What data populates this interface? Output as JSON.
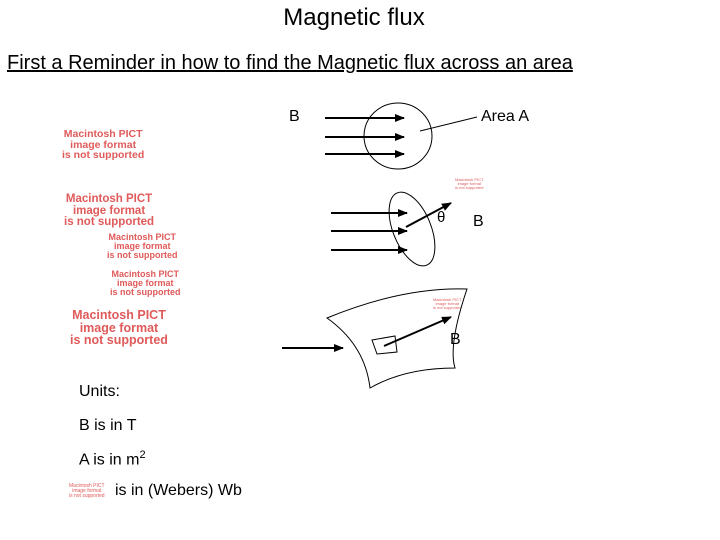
{
  "title": "Magnetic flux",
  "subtitle": "First a Reminder in how to find the Magnetic flux across an area",
  "pict_placeholder": {
    "line1": "Macintosh PICT",
    "line2": "image format",
    "line3": "is not supported"
  },
  "diagram": {
    "label_b_top": "B",
    "label_area": "Area A",
    "label_theta": "θ",
    "label_b_mid": "B",
    "label_b_bottom": "B"
  },
  "units": {
    "heading": "Units:",
    "b_unit": "B is in T",
    "a_unit_prefix": "A is in m",
    "a_unit_exponent": "2",
    "flux_unit": "is in (Webers) Wb"
  },
  "colors": {
    "placeholder_text": "#e05a5a",
    "lines": "#000000"
  }
}
